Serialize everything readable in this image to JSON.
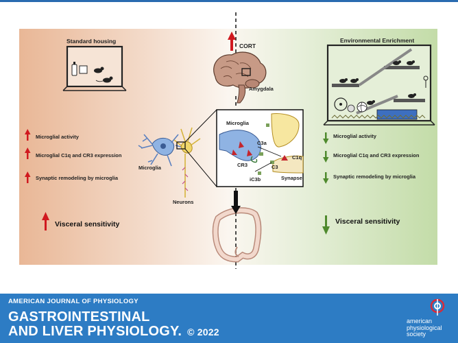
{
  "left_panel": {
    "title": "Standard housing",
    "effects": [
      {
        "text": "Microglial activity",
        "direction": "up"
      },
      {
        "text": "Microglial C1q and CR3 expression",
        "direction": "up"
      },
      {
        "text": "Synaptic remodeling by microglia",
        "direction": "up"
      }
    ],
    "visceral": "Visceral sensitivity",
    "arrow_color": "#d0191f"
  },
  "right_panel": {
    "title": "Environmental Enrichment",
    "effects": [
      {
        "text": "Microglial activity",
        "direction": "down"
      },
      {
        "text": "Microglial C1q and CR3 expression",
        "direction": "down"
      },
      {
        "text": "Synaptic remodeling by microglia",
        "direction": "down"
      }
    ],
    "visceral": "Visceral sensitivity",
    "arrow_color": "#4f8a2e"
  },
  "center": {
    "cort": "CORT",
    "amygdala": "Amygdala",
    "microglia": "Microglia",
    "neurons": "Neurons"
  },
  "inset": {
    "microglia": "Microglia",
    "c3a": "C3a",
    "c1q": "C1q",
    "cr3": "CR3",
    "c3": "C3",
    "ic3b": "iC3b",
    "synapse": "Synapse"
  },
  "footer": {
    "journal": "AMERICAN JOURNAL OF PHYSIOLOGY",
    "title_line1": "GASTROINTESTINAL",
    "title_line2": "AND LIVER PHYSIOLOGY.",
    "copyright": "© 2022",
    "society": [
      "american",
      "physiological",
      "society"
    ],
    "background": "#2d7cc4"
  }
}
